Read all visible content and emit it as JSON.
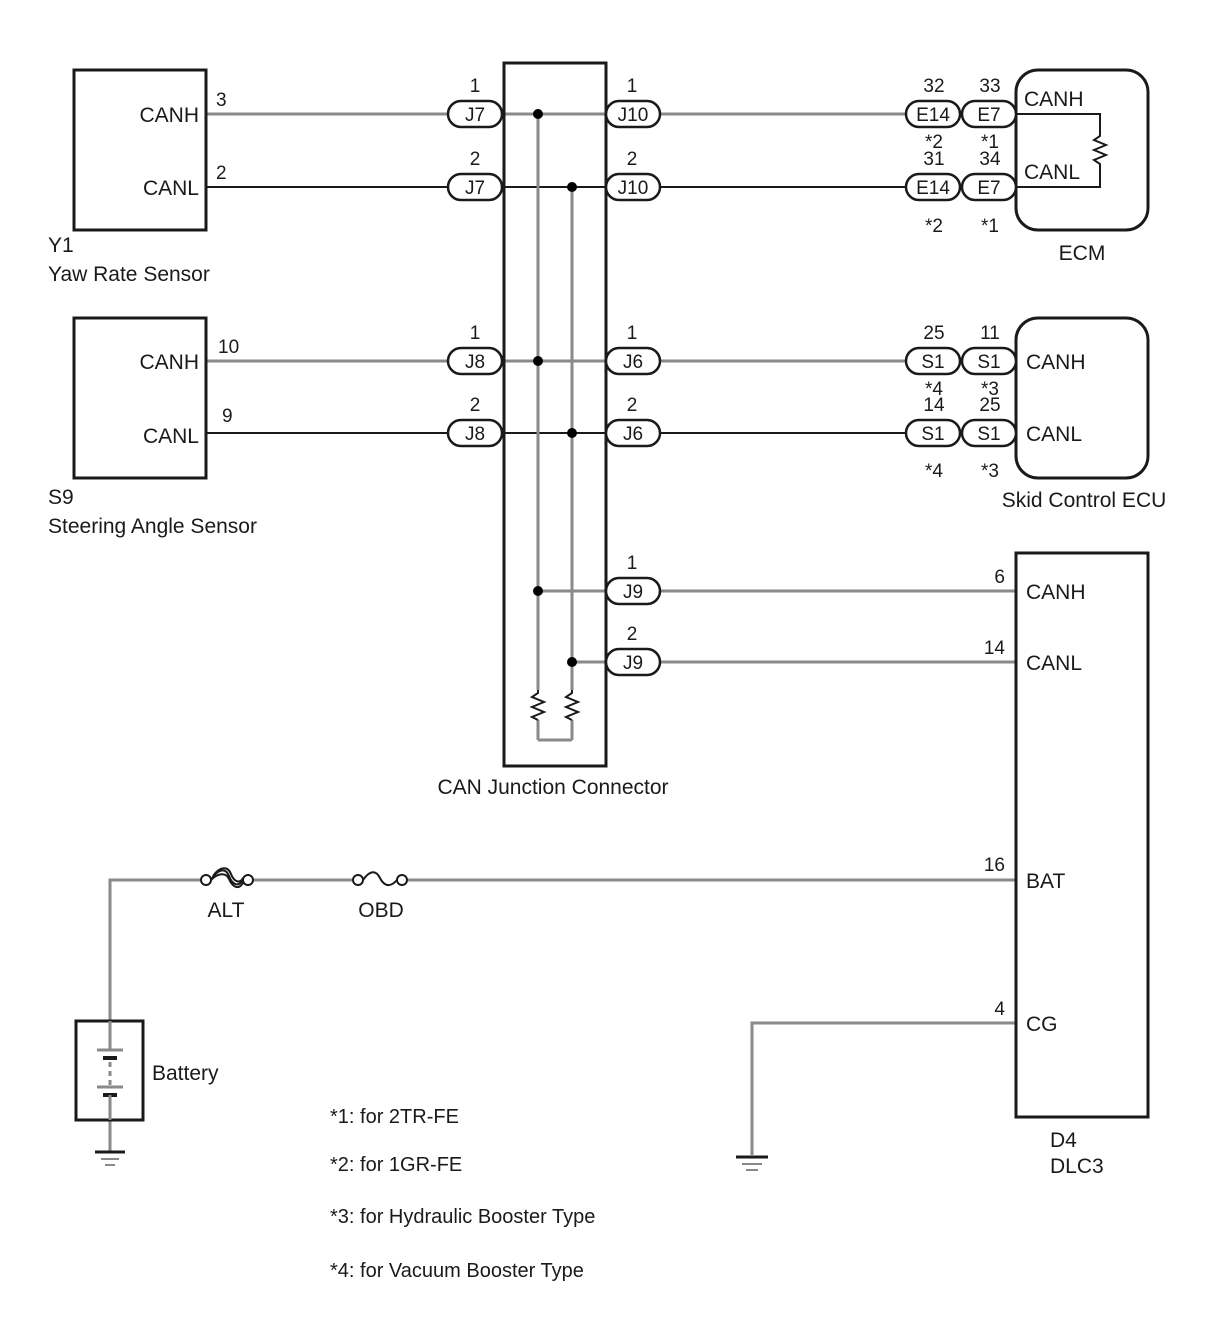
{
  "title": "CAN Communication System Wiring Diagram",
  "components": {
    "yaw_rate_sensor": {
      "code": "Y1",
      "name": "Yaw Rate Sensor",
      "pins": [
        {
          "signal": "CANH",
          "pin": "3"
        },
        {
          "signal": "CANL",
          "pin": "2"
        }
      ]
    },
    "steering_angle_sensor": {
      "code": "S9",
      "name": "Steering Angle Sensor",
      "pins": [
        {
          "signal": "CANH",
          "pin": "10"
        },
        {
          "signal": "CANL",
          "pin": "9"
        }
      ]
    },
    "can_junction": {
      "name": "CAN Junction Connector",
      "left_connectors": [
        {
          "connector": "J7",
          "pin": "1",
          "signal": "CANH"
        },
        {
          "connector": "J7",
          "pin": "2",
          "signal": "CANL"
        },
        {
          "connector": "J8",
          "pin": "1",
          "signal": "CANH"
        },
        {
          "connector": "J8",
          "pin": "2",
          "signal": "CANL"
        }
      ],
      "right_connectors": [
        {
          "connector": "J10",
          "pin": "1",
          "signal": "CANH"
        },
        {
          "connector": "J10",
          "pin": "2",
          "signal": "CANL"
        },
        {
          "connector": "J6",
          "pin": "1",
          "signal": "CANH"
        },
        {
          "connector": "J6",
          "pin": "2",
          "signal": "CANL"
        },
        {
          "connector": "J9",
          "pin": "1",
          "signal": "CANH"
        },
        {
          "connector": "J9",
          "pin": "2",
          "signal": "CANL"
        }
      ]
    },
    "ecm": {
      "name": "ECM",
      "pins": [
        {
          "signal": "CANH",
          "alt_connector": "E14",
          "alt_pin": "32",
          "alt_note": "*2",
          "connector": "E7",
          "pin": "33",
          "note": "*1"
        },
        {
          "signal": "CANL",
          "alt_connector": "E14",
          "alt_pin": "31",
          "alt_note": "*2",
          "connector": "E7",
          "pin": "34",
          "note": "*1"
        }
      ]
    },
    "skid_control_ecu": {
      "name": "Skid Control ECU",
      "pins": [
        {
          "signal": "CANH",
          "alt_connector": "S1",
          "alt_pin": "25",
          "alt_note": "*4",
          "connector": "S1",
          "pin": "11",
          "note": "*3"
        },
        {
          "signal": "CANL",
          "alt_connector": "S1",
          "alt_pin": "14",
          "alt_note": "*4",
          "connector": "S1",
          "pin": "25",
          "note": "*3"
        }
      ]
    },
    "dlc3": {
      "code": "D4",
      "name": "DLC3",
      "pins": [
        {
          "signal": "CANH",
          "pin": "6"
        },
        {
          "signal": "CANL",
          "pin": "14"
        },
        {
          "signal": "BAT",
          "pin": "16"
        },
        {
          "signal": "CG",
          "pin": "4"
        }
      ]
    },
    "fuses": [
      {
        "name": "ALT"
      },
      {
        "name": "OBD"
      }
    ],
    "battery": {
      "name": "Battery"
    }
  },
  "notes": [
    "*1: for 2TR-FE",
    "*2: for 1GR-FE",
    "*3: for Hydraulic Booster Type",
    "*4: for Vacuum Booster Type"
  ],
  "colors": {
    "canh_wire": "#8a8a8a",
    "canl_wire": "#1a1a1a",
    "outline": "#1a1a1a"
  }
}
